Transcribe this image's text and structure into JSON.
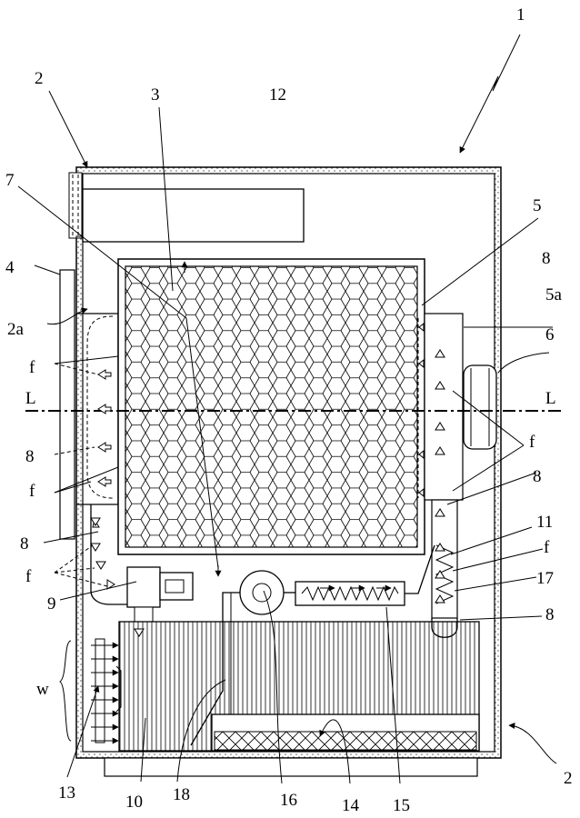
{
  "labels": {
    "l1": "1",
    "l2_top": "2",
    "l2_bottom": "2",
    "l2a": "2a",
    "l3": "3",
    "l4": "4",
    "l5": "5",
    "l5a": "5a",
    "l6": "6",
    "l7": "7",
    "l8_left_mid": "8",
    "l8_left_low": "8",
    "l8_right_top": "8",
    "l8_right_mid": "8",
    "l8_right_low": "8",
    "l9": "9",
    "l10": "10",
    "l11": "11",
    "l12": "12",
    "l13": "13",
    "l14": "14",
    "l15": "15",
    "l16": "16",
    "l17": "17",
    "l18": "18",
    "f_left_1": "f",
    "f_left_2": "f",
    "f_left_3": "f",
    "f_right_1": "f",
    "f_right_2": "f",
    "w": "w",
    "axis_left": "L",
    "axis_right": "L"
  }
}
